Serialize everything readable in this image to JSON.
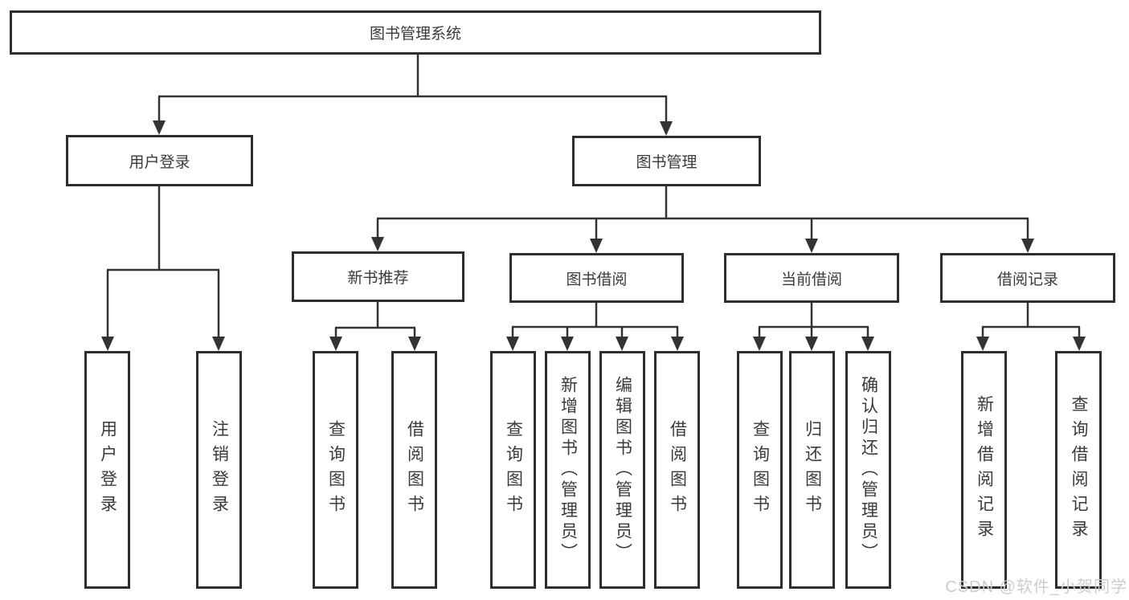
{
  "diagram": {
    "type": "tree",
    "description_root": "图书管理系统 functional structure diagram"
  },
  "nodes": {
    "root": {
      "label": "图书管理系统"
    },
    "user_login": {
      "label": "用户登录"
    },
    "book_mgmt": {
      "label": "图书管理"
    },
    "new_book_rec": {
      "label": "新书推荐"
    },
    "book_borrow": {
      "label": "图书借阅"
    },
    "current_borrow": {
      "label": "当前借阅"
    },
    "borrow_record": {
      "label": "借阅记录"
    },
    "leaf_user_login": {
      "label": "用户登录"
    },
    "leaf_logout": {
      "label": "注销登录"
    },
    "leaf_query_books_1": {
      "label": "查询图书"
    },
    "leaf_borrow_books_1": {
      "label": "借阅图书"
    },
    "leaf_query_books_2": {
      "label": "查询图书"
    },
    "leaf_add_books": {
      "label": "新增图书（管理员）"
    },
    "leaf_edit_books": {
      "label": "编辑图书（管理员）"
    },
    "leaf_borrow_books_2": {
      "label": "借阅图书"
    },
    "leaf_query_books_3": {
      "label": "查询图书"
    },
    "leaf_return_books": {
      "label": "归还图书"
    },
    "leaf_confirm_return": {
      "label": "确认归还（管理员）"
    },
    "leaf_add_record": {
      "label": "新增借阅记录"
    },
    "leaf_query_record": {
      "label": "查询借阅记录"
    }
  },
  "edges": [
    [
      "root",
      "user_login"
    ],
    [
      "root",
      "book_mgmt"
    ],
    [
      "user_login",
      "leaf_user_login"
    ],
    [
      "user_login",
      "leaf_logout"
    ],
    [
      "book_mgmt",
      "new_book_rec"
    ],
    [
      "book_mgmt",
      "book_borrow"
    ],
    [
      "book_mgmt",
      "current_borrow"
    ],
    [
      "book_mgmt",
      "borrow_record"
    ],
    [
      "new_book_rec",
      "leaf_query_books_1"
    ],
    [
      "new_book_rec",
      "leaf_borrow_books_1"
    ],
    [
      "book_borrow",
      "leaf_query_books_2"
    ],
    [
      "book_borrow",
      "leaf_add_books"
    ],
    [
      "book_borrow",
      "leaf_edit_books"
    ],
    [
      "book_borrow",
      "leaf_borrow_books_2"
    ],
    [
      "current_borrow",
      "leaf_query_books_3"
    ],
    [
      "current_borrow",
      "leaf_return_books"
    ],
    [
      "current_borrow",
      "leaf_confirm_return"
    ],
    [
      "borrow_record",
      "leaf_add_record"
    ],
    [
      "borrow_record",
      "leaf_query_record"
    ]
  ],
  "watermark": {
    "text": "CSDN @软件_小贺同学"
  },
  "colors": {
    "line": "#333333",
    "box_border": "#2e2e2e",
    "text": "#3a3a3a",
    "background": "#ffffff",
    "watermark_text": "#cdcdcd"
  }
}
